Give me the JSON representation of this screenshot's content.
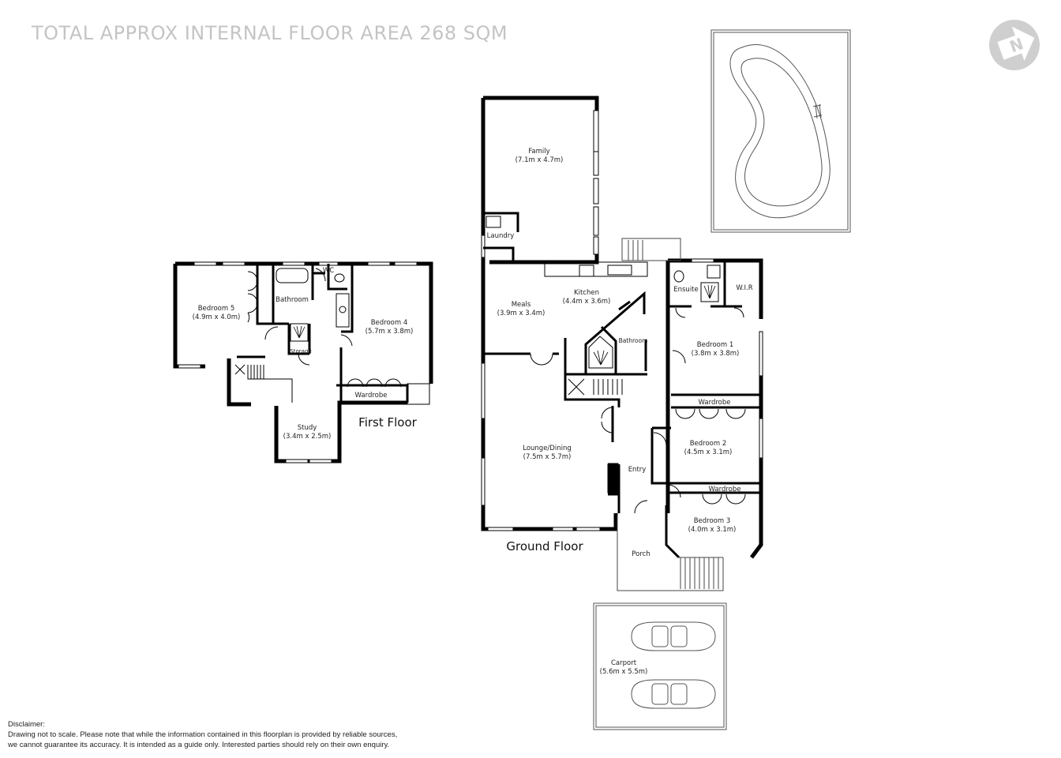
{
  "header": {
    "title": "TOTAL APPROX INTERNAL FLOOR AREA 268 SQM",
    "compass_icon": "north-arrow-icon",
    "compass_letter": "N"
  },
  "first_floor": {
    "label": "First Floor",
    "rooms": [
      {
        "name": "Bedroom 5",
        "size": "(4.9m x 4.0m)"
      },
      {
        "name": "Bathroom",
        "size": ""
      },
      {
        "name": "WC",
        "size": ""
      },
      {
        "name": "Storage",
        "size": ""
      },
      {
        "name": "Bedroom 4",
        "size": "(5.7m x 3.8m)"
      },
      {
        "name": "Wardrobe",
        "size": ""
      },
      {
        "name": "Study",
        "size": "(3.4m x 2.5m)"
      }
    ]
  },
  "ground_floor": {
    "label": "Ground Floor",
    "rooms": [
      {
        "name": "Family",
        "size": "(7.1m x 4.7m)"
      },
      {
        "name": "Laundry",
        "size": ""
      },
      {
        "name": "Meals",
        "size": "(3.9m x 3.4m)"
      },
      {
        "name": "Kitchen",
        "size": "(4.4m x 3.6m)"
      },
      {
        "name": "Bathroom",
        "size": ""
      },
      {
        "name": "Ensuite",
        "size": ""
      },
      {
        "name": "W.I.R",
        "size": ""
      },
      {
        "name": "Bedroom 1",
        "size": "(3.8m x 3.8m)"
      },
      {
        "name": "Wardrobe",
        "size": ""
      },
      {
        "name": "Bedroom 2",
        "size": "(4.5m x 3.1m)"
      },
      {
        "name": "Lounge/Dining",
        "size": "(7.5m x 5.7m)"
      },
      {
        "name": "Entry",
        "size": ""
      },
      {
        "name": "Wardrobe",
        "size": ""
      },
      {
        "name": "Bedroom 3",
        "size": "(4.0m x 3.1m)"
      },
      {
        "name": "Porch",
        "size": ""
      }
    ]
  },
  "outdoor": {
    "pool": {
      "name": "Swimming pool",
      "icon": "pool-icon"
    },
    "carport": {
      "name": "Carport",
      "size": "(5.6m x 5.5m)",
      "icons": [
        "car-icon",
        "car-icon"
      ]
    }
  },
  "disclaimer": {
    "heading": "Disclaimer:",
    "line1": "Drawing not to scale. Please note that while the information contained in this floorplan is provided by reliable sources,",
    "line2": "we cannot guarantee its accuracy. It is intended as a guide only. Interested parties should rely on their  own enquiry."
  },
  "colors": {
    "wall": "#000000",
    "title": "#c4c4c4",
    "compass": "#cfcfcf",
    "background": "#ffffff"
  }
}
